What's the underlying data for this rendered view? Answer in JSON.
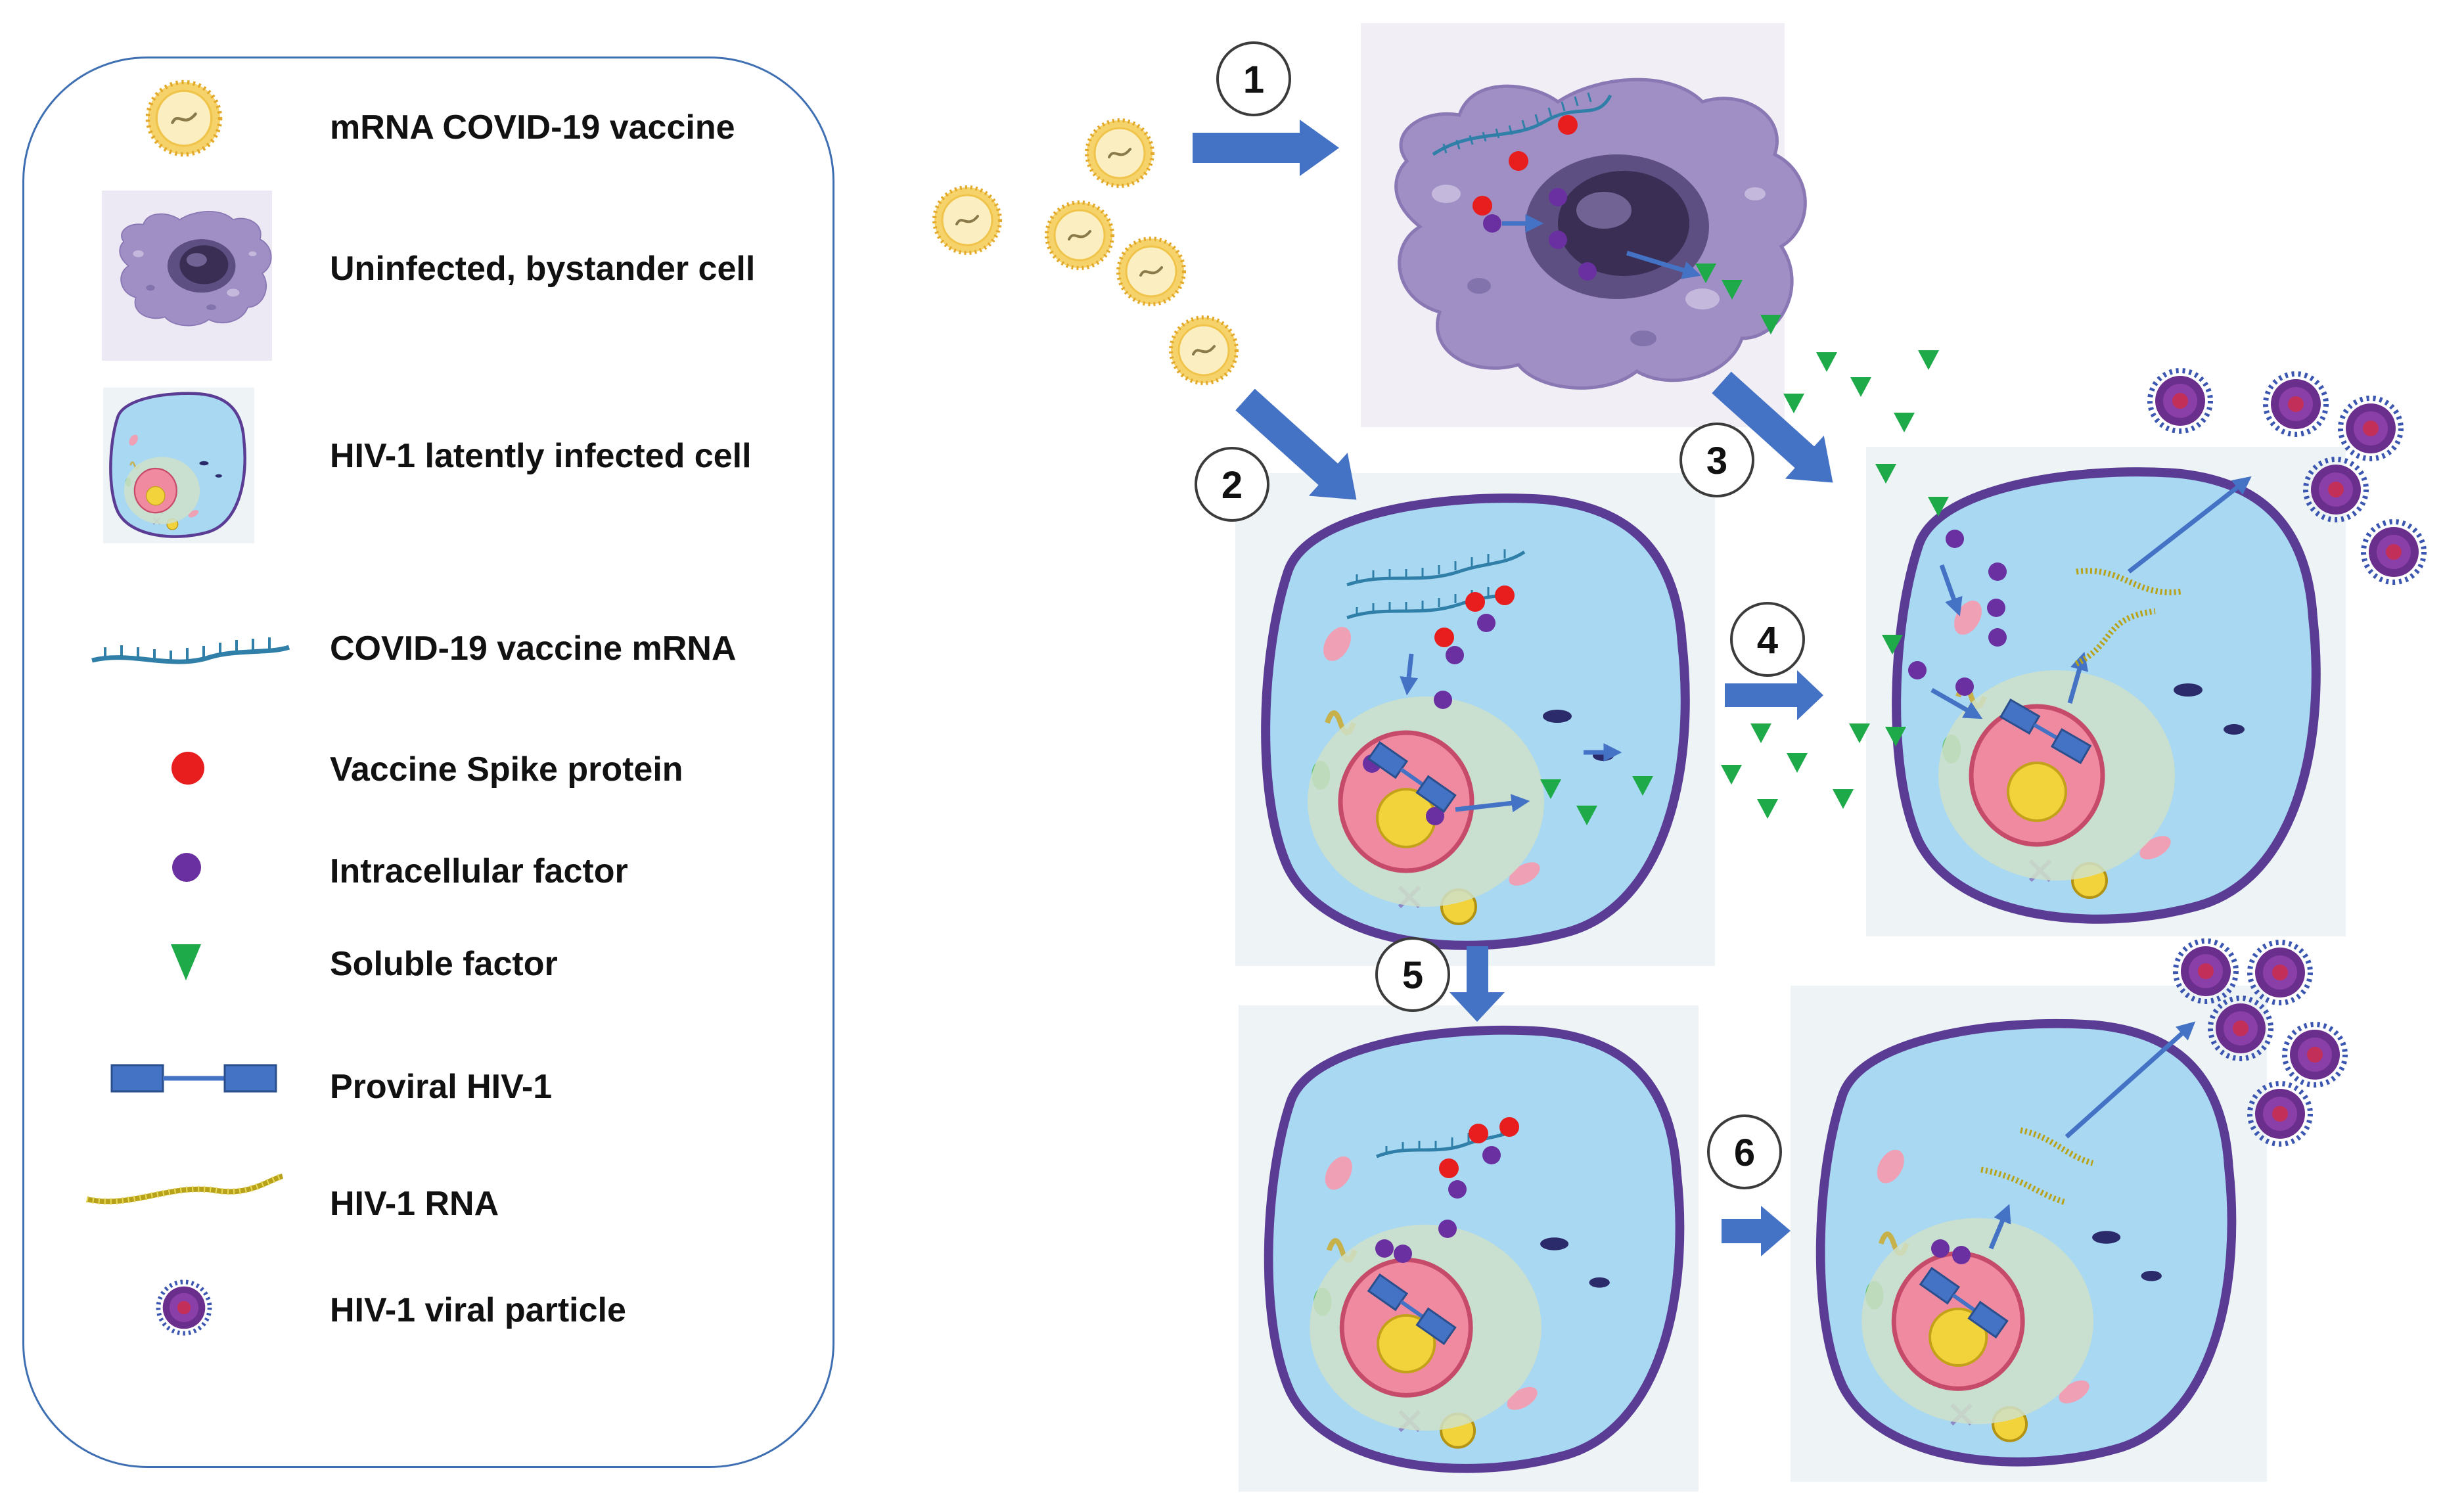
{
  "legend": {
    "items": [
      {
        "icon": "vaccine-lnp-icon",
        "label": "mRNA COVID-19 vaccine"
      },
      {
        "icon": "bystander-cell-icon",
        "label": "Uninfected, bystander cell"
      },
      {
        "icon": "latently-infected-cell-icon",
        "label": "HIV-1 latently infected cell"
      },
      {
        "icon": "vaccine-mrna-icon",
        "label": "COVID-19 vaccine mRNA"
      },
      {
        "icon": "spike-protein-icon",
        "label": "Vaccine Spike protein"
      },
      {
        "icon": "intracellular-factor-icon",
        "label": "Intracellular factor"
      },
      {
        "icon": "soluble-factor-icon",
        "label": "Soluble factor"
      },
      {
        "icon": "proviral-hiv-icon",
        "label": "Proviral HIV-1"
      },
      {
        "icon": "hiv-rna-icon",
        "label": "HIV-1 RNA"
      },
      {
        "icon": "hiv-particle-icon",
        "label": "HIV-1 viral particle"
      }
    ]
  },
  "steps": [
    "1",
    "2",
    "3",
    "4",
    "5",
    "6"
  ],
  "colors": {
    "spike": "#e81d1d",
    "intracellular": "#6a2fa0",
    "soluble": "#1faa4a",
    "arrow": "#4472c4",
    "cell_fill": "#a9d8f2",
    "cell_membrane": "#5b3c94",
    "nucleus": "#f08aa0",
    "nucleolus": "#f2d33b",
    "mrna": "#2f7fa8",
    "hiv_rna": "#b8a21a",
    "virion": "#5b2a86",
    "vaccine": "#f0c44a"
  }
}
